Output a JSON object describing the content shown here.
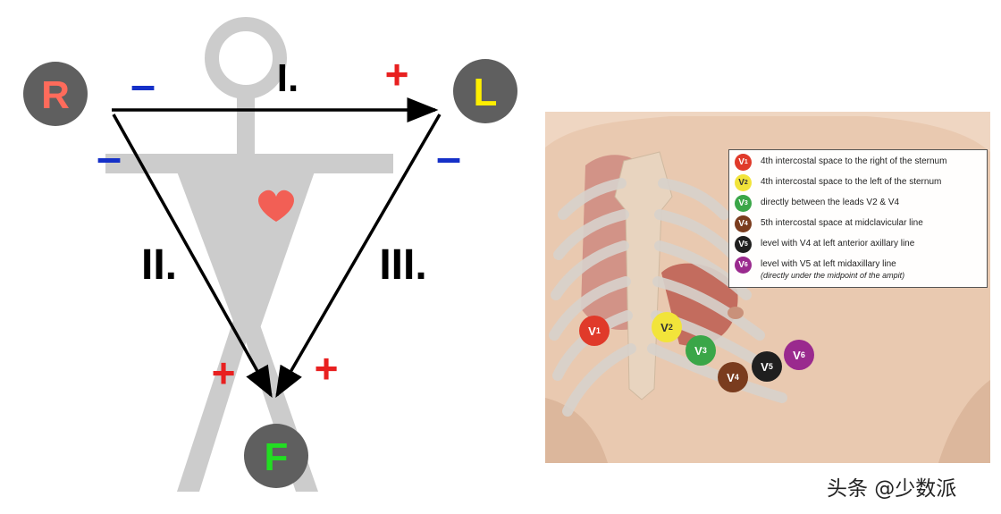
{
  "einthoven": {
    "electrodes": {
      "right": "R",
      "left": "L",
      "foot": "F"
    },
    "leads": {
      "lead1": "I.",
      "lead2": "II.",
      "lead3": "III."
    },
    "polarity": {
      "positive": "+",
      "negative": "–"
    },
    "colors": {
      "figure": "#cccccc",
      "electrode_bg": "#5f5f5f",
      "r_label": "#ff6b5b",
      "l_label": "#ffef00",
      "f_label": "#22dd22",
      "positive": "#e82020",
      "negative": "#1530c8",
      "heart": "#f25f55",
      "arrow": "#000000"
    }
  },
  "chest_leads": {
    "markers": [
      {
        "label": "V",
        "sub": "1",
        "color": "#e03a2a"
      },
      {
        "label": "V",
        "sub": "2",
        "color": "#f2e43a"
      },
      {
        "label": "V",
        "sub": "3",
        "color": "#3aa648"
      },
      {
        "label": "V",
        "sub": "4",
        "color": "#7a3c1e"
      },
      {
        "label": "V",
        "sub": "5",
        "color": "#1f1f1f"
      },
      {
        "label": "V",
        "sub": "6",
        "color": "#9a2a8e"
      }
    ],
    "legend": [
      {
        "text": "4th intercostal space to the right of the sternum"
      },
      {
        "text": "4th intercostal space to the left of the sternum"
      },
      {
        "text": "directly between the leads V2 & V4"
      },
      {
        "text": "5th intercostal space at midclavicular line"
      },
      {
        "text": "level with V4 at left anterior axillary line"
      },
      {
        "text": "level with V5 at left midaxillary line",
        "note": "(directly under the midpoint of the ampit)"
      }
    ]
  },
  "watermark": "头条 @少数派"
}
